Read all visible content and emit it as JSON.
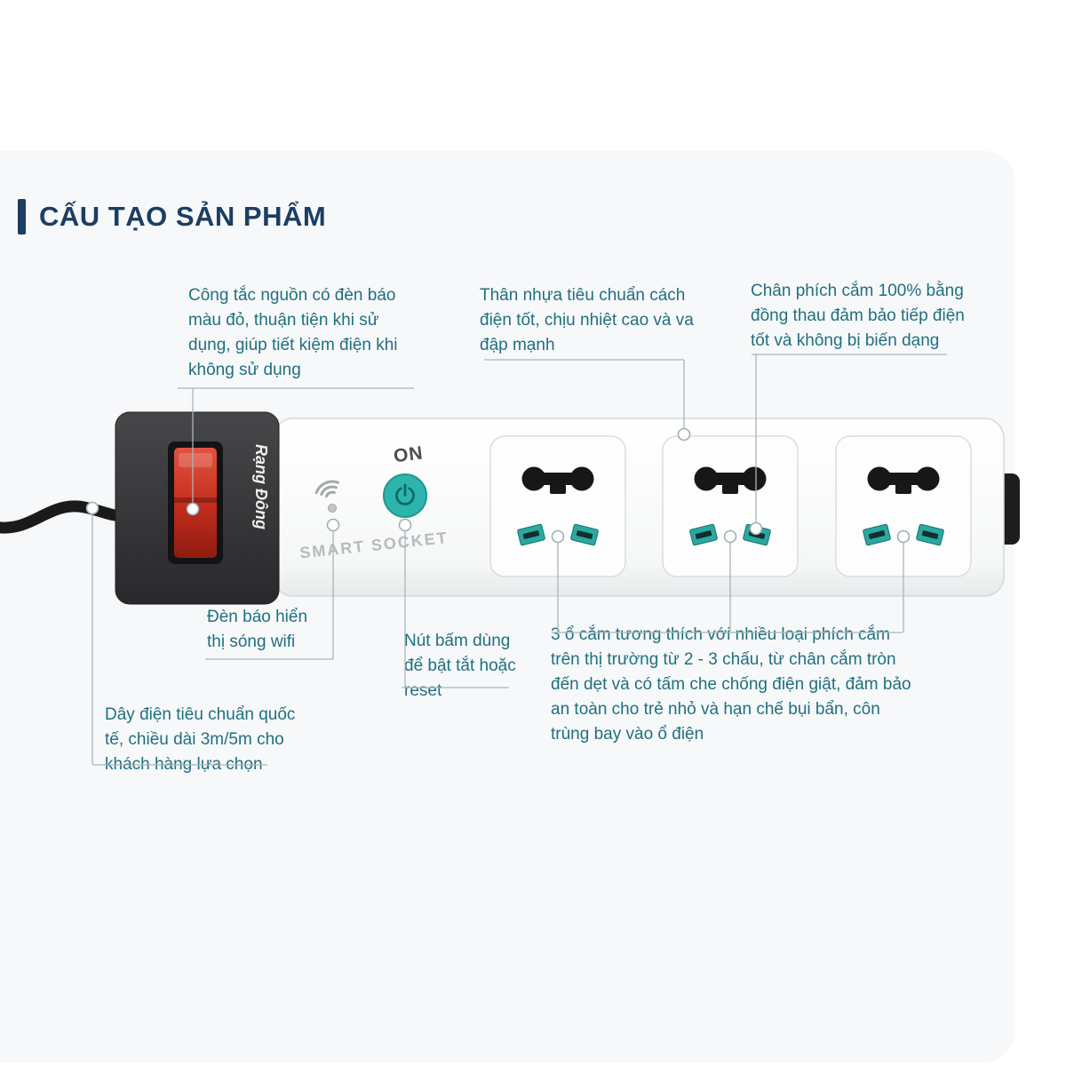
{
  "title": {
    "label": "CẤU TẠO SẢN PHẨM"
  },
  "product": {
    "brand_label": "Rạng Đông",
    "on_label": "ON",
    "model_label": "SMART SOCKET"
  },
  "callouts": {
    "switch": {
      "text": "Công tắc nguồn có đèn báo màu đỏ, thuận tiện khi sử dụng, giúp tiết kiệm điện khi không sử dụng"
    },
    "body": {
      "text": "Thân nhựa tiêu chuẩn cách điện tốt, chịu nhiệt cao và va đập mạnh"
    },
    "pins": {
      "text": "Chân phích cắm 100% bằng đồng thau đảm bảo tiếp điện tốt và không bị biến dạng"
    },
    "wifi_led": {
      "text": "Đèn báo hiển thị sóng wifi"
    },
    "button": {
      "text": "Nút bấm dùng để bật tắt hoặc reset"
    },
    "cord": {
      "text": "Dây điện tiêu chuẩn quốc tế, chiều dài 3m/5m cho khách hàng lựa chọn"
    },
    "sockets": {
      "text": "3 ổ cắm tương thích với nhiều loại phích cắm trên thị trường từ 2 - 3 chấu, từ chân cắm tròn đến dẹt và có tấm che chống điện giật, đảm bảo an toàn cho trẻ nhỏ và hạn chế bụi bẩn, côn trùng bay vào ổ điện"
    }
  },
  "colors": {
    "accent_teal": "#2db5ad",
    "switch_red": "#c62f1e",
    "title_navy": "#1c3e63",
    "annotation_teal": "#20707f",
    "callout_line": "#a9b6b9"
  }
}
